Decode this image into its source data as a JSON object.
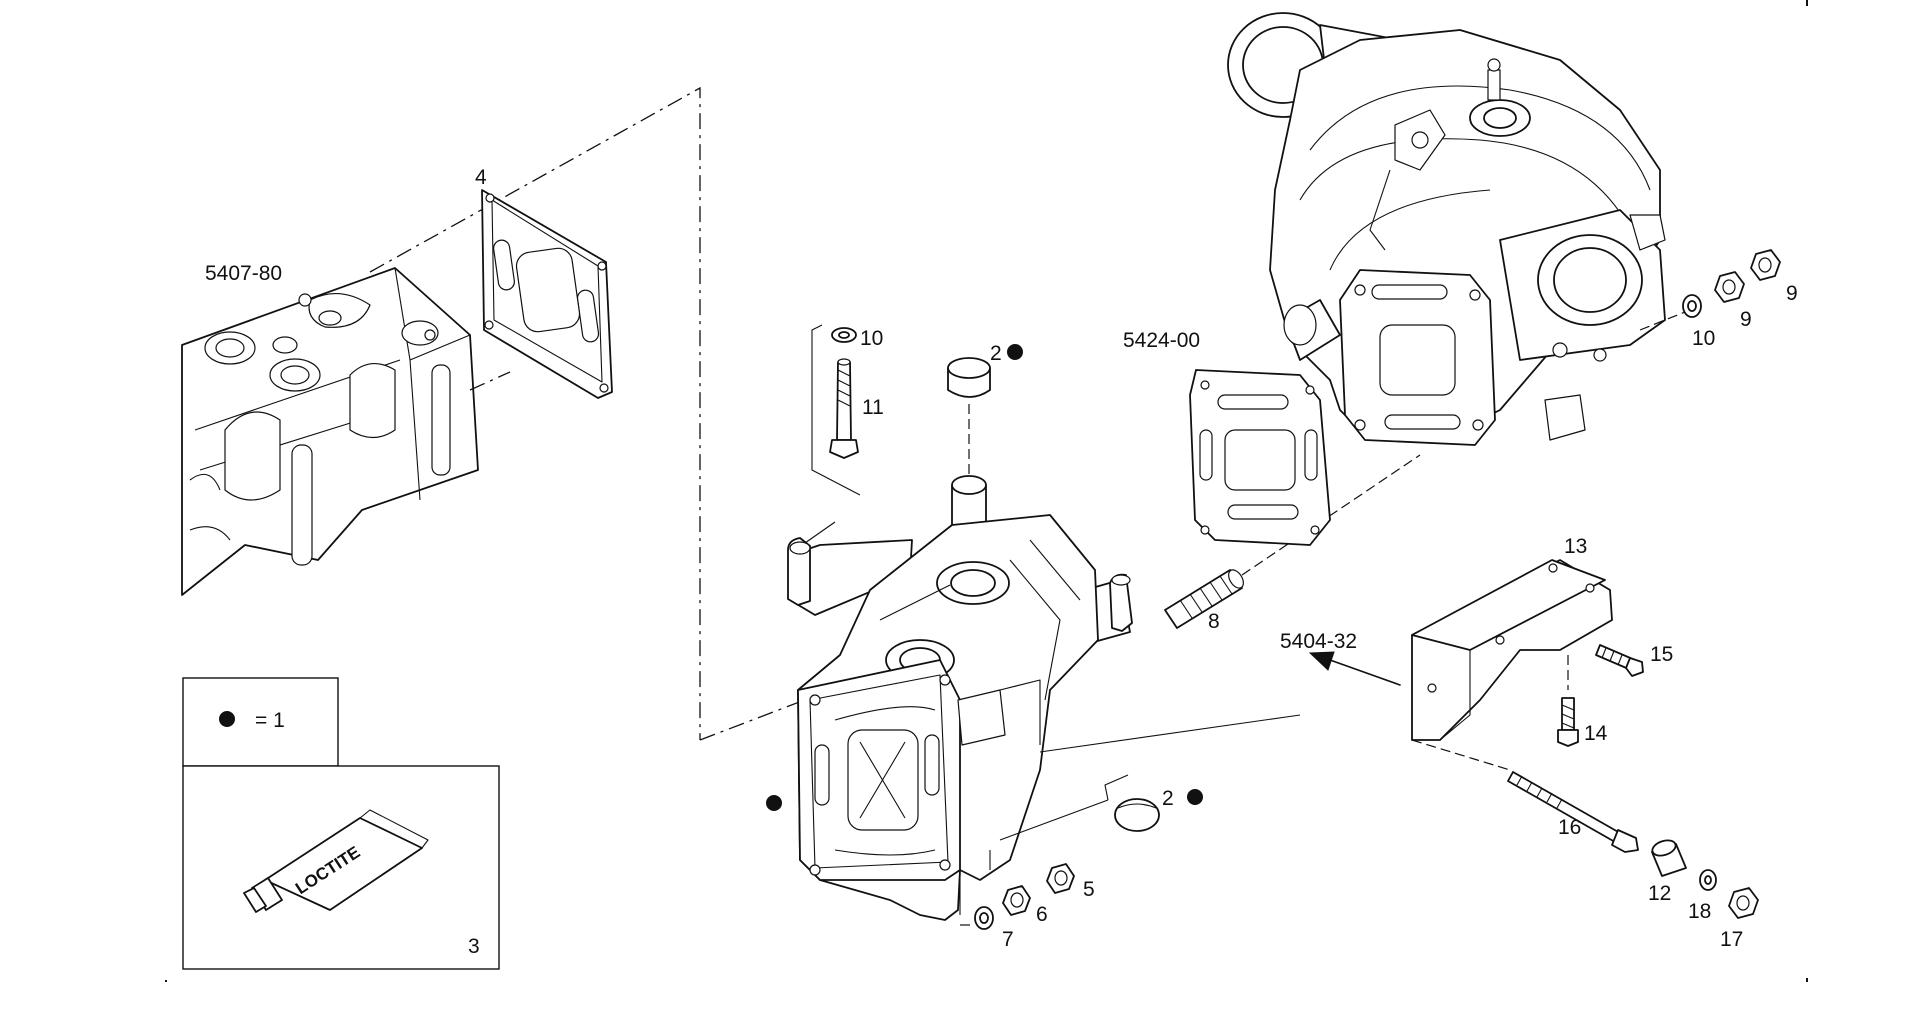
{
  "labels": {
    "p2_top": "2",
    "p2_bottom": "2",
    "p3": "3",
    "p4": "4",
    "p5": "5",
    "p6": "6",
    "p7": "7",
    "p8": "8",
    "p9a": "9",
    "p9b": "9",
    "p10_left": "10",
    "p10_right": "10",
    "p11": "11",
    "p12": "12",
    "p13": "13",
    "p14": "14",
    "p15": "15",
    "p16": "16",
    "p17": "17",
    "p18": "18"
  },
  "references": {
    "manifold": "5407-80",
    "turbo": "5424-00",
    "bracket": "5404-32"
  },
  "legend": {
    "dot_text": "= 1"
  },
  "product_text": "LOCTITE"
}
